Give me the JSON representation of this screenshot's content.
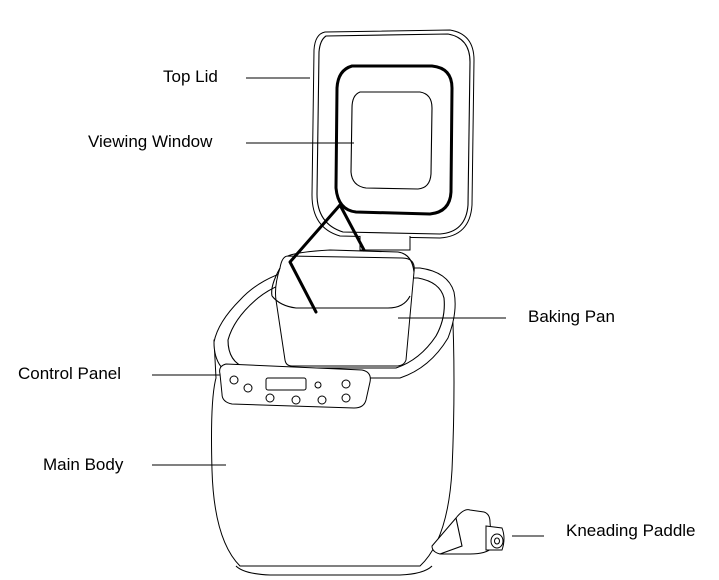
{
  "labels": {
    "top_lid": "Top Lid",
    "viewing_window": "Viewing Window",
    "baking_pan": "Baking Pan",
    "control_panel": "Control Panel",
    "main_body": "Main Body",
    "kneading_paddle": "Kneading Paddle"
  }
}
